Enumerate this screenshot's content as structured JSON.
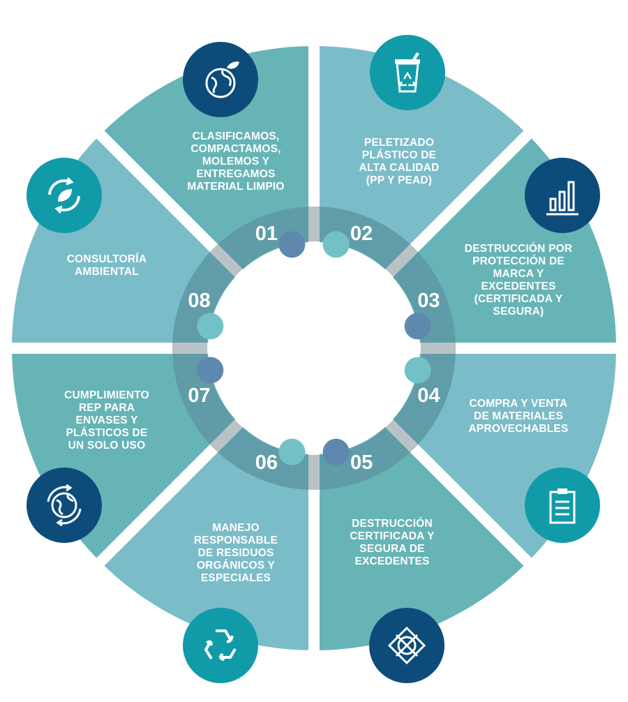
{
  "colors": {
    "teal_light": "#7bbcc9",
    "teal_mid": "#67b4b6",
    "ring": "#5e9aa6",
    "ring_gap": "#b9c3c6",
    "badge_navy": "#0d4c7a",
    "badge_teal": "#119ba8",
    "dot_blue": "#5e88ad",
    "dot_teal": "#72c1c7"
  },
  "segments": [
    {
      "number": "01",
      "label_lines": [
        "CLASIFICAMOS,",
        "COMPACTAMOS,",
        "MOLEMOS Y",
        "ENTREGAMOS",
        "MATERIAL LIMPIO"
      ],
      "icon": "globe-leaf-icon",
      "badge_color": "#0d4c7a"
    },
    {
      "number": "02",
      "label_lines": [
        "PELETIZADO",
        "PLÁSTICO DE",
        "ALTA CALIDAD",
        "(PP Y PEAD)"
      ],
      "icon": "recycle-bin-icon",
      "badge_color": "#119ba8"
    },
    {
      "number": "03",
      "label_lines": [
        "DESTRUCCIÓN POR",
        "PROTECCIÓN DE",
        "MARCA Y",
        "EXCEDENTES",
        "(CERTIFICADA Y",
        "SEGURA)"
      ],
      "icon": "bar-chart-icon",
      "badge_color": "#0d4c7a"
    },
    {
      "number": "04",
      "label_lines": [
        "COMPRA Y VENTA",
        "DE MATERIALES",
        "APROVECHABLES"
      ],
      "icon": "clipboard-icon",
      "badge_color": "#119ba8"
    },
    {
      "number": "05",
      "label_lines": [
        "DESTRUCCIÓN",
        "CERTIFICADA Y",
        "SEGURA DE",
        "EXCEDENTES"
      ],
      "icon": "shredder-icon",
      "badge_color": "#0d4c7a"
    },
    {
      "number": "06",
      "label_lines": [
        "MANEJO",
        "RESPONSABLE",
        "DE RESIDUOS",
        "ORGÁNICOS Y",
        "ESPECIALES"
      ],
      "icon": "recycle-icon",
      "badge_color": "#119ba8"
    },
    {
      "number": "07",
      "label_lines": [
        "CUMPLIMIENTO",
        "REP PARA",
        "ENVASES Y",
        "PLÁSTICOS DE",
        "UN SOLO USO"
      ],
      "icon": "globe-arrows-icon",
      "badge_color": "#0d4c7a"
    },
    {
      "number": "08",
      "label_lines": [
        "CONSULTORÍA",
        "AMBIENTAL"
      ],
      "icon": "leaf-cycle-icon",
      "badge_color": "#119ba8"
    }
  ]
}
